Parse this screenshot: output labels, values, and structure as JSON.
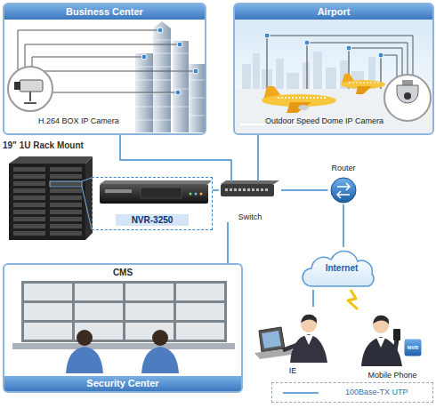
{
  "diagram": {
    "nodes": [
      {
        "text": [
          "Business Center",
          "H.264 BOX IP Camera"
        ]
      },
      {
        "text": [
          "Airport",
          "Outdoor Speed Dome IP Camera"
        ]
      },
      {
        "text": [
          "NVR-3250"
        ]
      },
      {
        "text": [
          "Switch"
        ]
      },
      {
        "text": [
          "Router"
        ]
      },
      {
        "text": [
          "Internet"
        ]
      },
      {
        "text": [
          "CMS",
          "Security Center"
        ]
      },
      {
        "text": [
          "IE"
        ]
      },
      {
        "text": [
          "Mobile Phone"
        ]
      }
    ],
    "edges": [
      {
        "from": 0,
        "to": 3,
        "arrow": "none"
      },
      {
        "from": 1,
        "to": 3,
        "arrow": "none"
      },
      {
        "from": 2,
        "to": 3,
        "arrow": "none"
      },
      {
        "from": 3,
        "to": 4,
        "arrow": "none"
      },
      {
        "from": 4,
        "to": 5,
        "arrow": "none"
      },
      {
        "from": 3,
        "to": 6,
        "arrow": "none"
      },
      {
        "from": 5,
        "to": 7,
        "arrow": "none"
      },
      {
        "from": 5,
        "to": 8,
        "arrow": "none"
      }
    ],
    "labels": [
      "19\" 1U Rack Mount",
      "NVR"
    ],
    "legend": [
      {
        "text": "100Base-TX UTP"
      }
    ]
  }
}
